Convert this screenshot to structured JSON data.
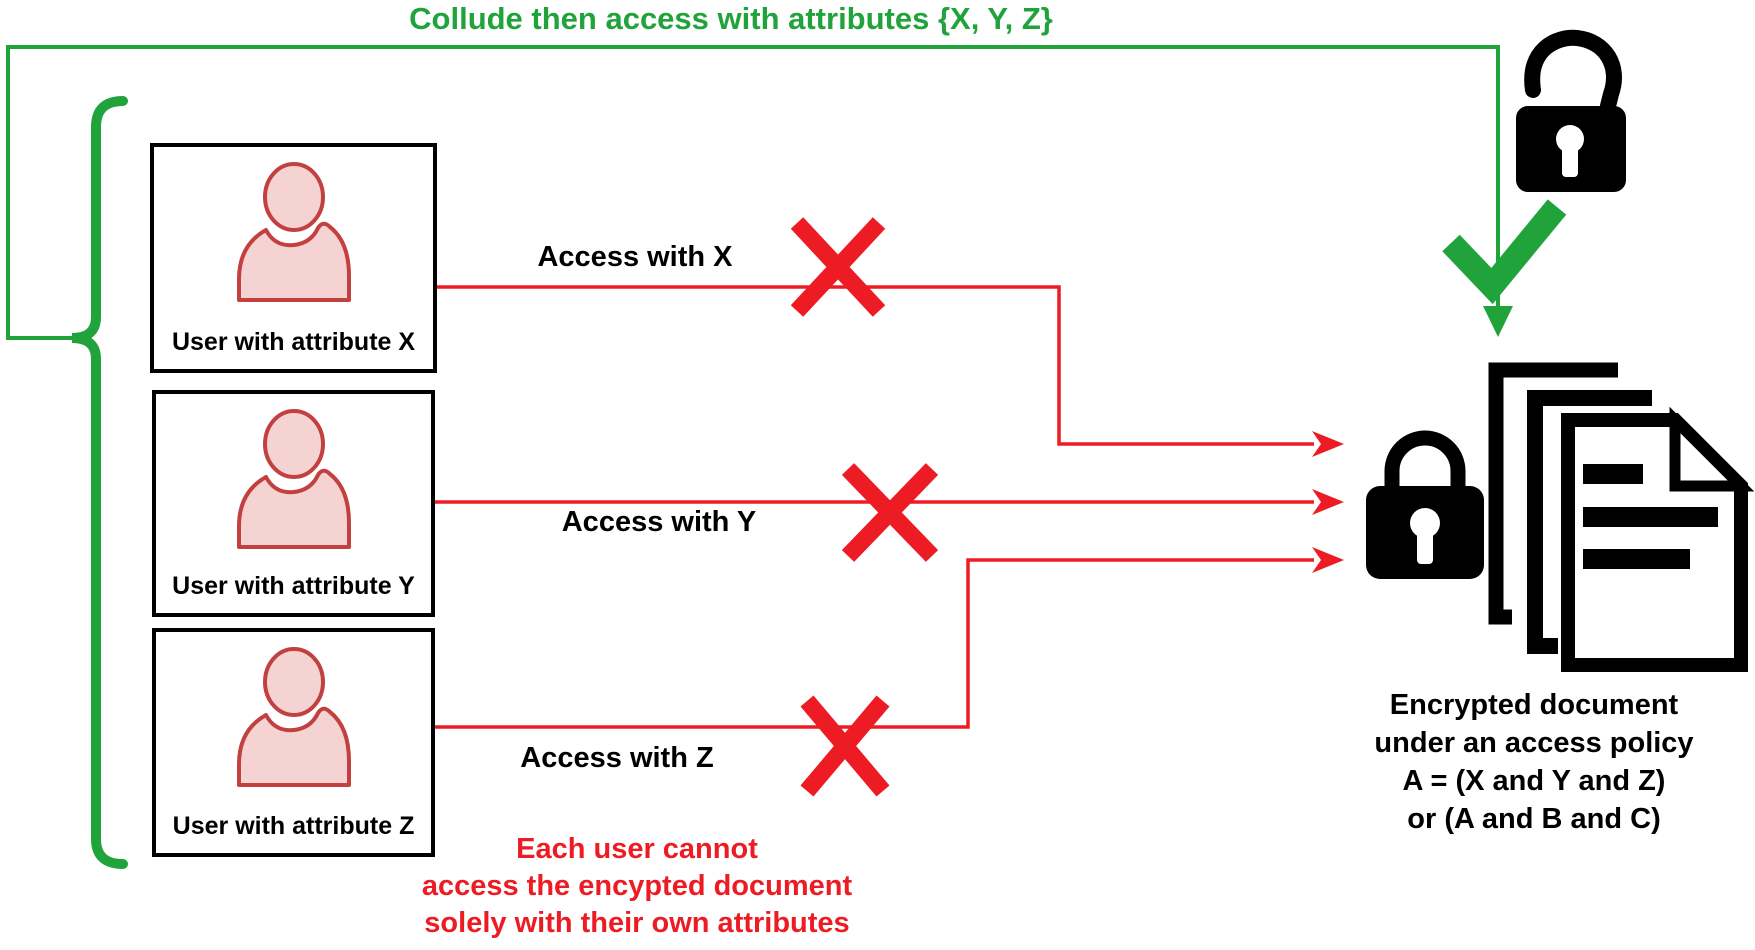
{
  "title": {
    "text": "Collude then access with attributes {X, Y, Z}"
  },
  "users": [
    {
      "label": "User with attribute X"
    },
    {
      "label": "User with attribute Y"
    },
    {
      "label": "User with attribute Z"
    }
  ],
  "access_paths": [
    {
      "label": "Access with X",
      "blocked": true
    },
    {
      "label": "Access with Y",
      "blocked": true
    },
    {
      "label": "Access with Z",
      "blocked": true
    }
  ],
  "doc_caption": {
    "lines": [
      "Encrypted document",
      "under an access policy",
      "A = (X and Y and Z)",
      "or (A and B and C)"
    ]
  },
  "note": {
    "lines": [
      "Each user cannot",
      "access the encypted document",
      "solely with their own attributes"
    ]
  },
  "icons": {
    "open_padlock": "open-padlock-icon",
    "closed_padlock": "closed-padlock-icon",
    "checkmark": "checkmark-icon",
    "user": "user-icon",
    "document_stack": "document-stack-icon",
    "x_mark": "x-mark-icon",
    "brace": "curly-brace-icon"
  },
  "colors": {
    "green": "#21a33c",
    "red": "#ed1c24",
    "black": "#000000",
    "person_fill": "#f6d3d3",
    "person_outline": "#c2403f"
  }
}
